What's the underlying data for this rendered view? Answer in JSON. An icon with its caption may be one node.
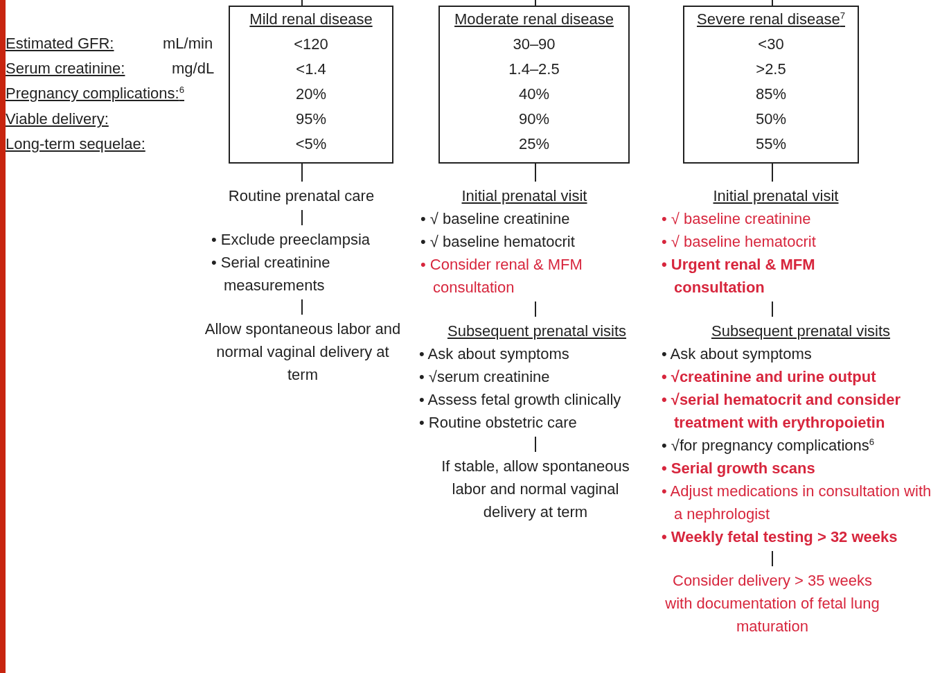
{
  "diagram": {
    "nodes": [
      {
        "text": [
          "Mild renal disease",
          "<120",
          "<1.4",
          "20%",
          "95%",
          "<5%"
        ]
      },
      {
        "text": [
          "Routine prenatal care"
        ]
      },
      {
        "text": [
          "• Exclude preeclampsia",
          "• Serial creatinine measurements"
        ]
      },
      {
        "text": [
          "Allow spontaneous labor and normal vaginal delivery at term"
        ]
      },
      {
        "text": [
          "Moderate renal disease",
          "30–90",
          "1.4–2.5",
          "40%",
          "90%",
          "25%"
        ]
      },
      {
        "text": [
          "Initial prenatal visit",
          "• √ baseline creatinine",
          "• √ baseline hematocrit",
          "• Consider renal & MFM consultation"
        ]
      },
      {
        "text": [
          "Subsequent prenatal visits",
          "• Ask about symptoms",
          "• √serum creatinine",
          "• Assess fetal growth clinically",
          "• Routine obstetric care"
        ]
      },
      {
        "text": [
          "If stable, allow spontaneous labor and normal vaginal delivery at term"
        ]
      },
      {
        "text": [
          "Severe renal disease$^{7}$",
          "<30",
          ">2.5",
          "85%",
          "50%",
          "55%"
        ]
      },
      {
        "text": [
          "Initial prenatal visit",
          "• √ baseline creatinine",
          "• √ baseline hematocrit",
          "• Urgent renal & MFM consultation"
        ]
      },
      {
        "text": [
          "Subsequent prenatal visits",
          "• Ask about symptoms",
          "• √creatinine and urine output",
          "• √serial hematocrit and consider treatment with erythropoietin",
          "• √for pregnancy complications$^{6}$",
          "• Serial growth scans",
          "• Adjust medications in consultation with a nephrologist",
          "• Weekly fetal testing > 32 weeks"
        ]
      },
      {
        "text": [
          "Consider delivery > 35 weeks with documentation of fetal lung maturation"
        ]
      }
    ],
    "edges": [
      {
        "from": null,
        "to": 0,
        "arrow": "none"
      },
      {
        "from": 0,
        "to": 1,
        "arrow": "none"
      },
      {
        "from": 1,
        "to": 2,
        "arrow": "none"
      },
      {
        "from": 2,
        "to": 3,
        "arrow": "none"
      },
      {
        "from": null,
        "to": 4,
        "arrow": "none"
      },
      {
        "from": 4,
        "to": 5,
        "arrow": "none"
      },
      {
        "from": 5,
        "to": 6,
        "arrow": "none"
      },
      {
        "from": 6,
        "to": 7,
        "arrow": "none"
      },
      {
        "from": null,
        "to": 8,
        "arrow": "none"
      },
      {
        "from": 8,
        "to": 9,
        "arrow": "none"
      },
      {
        "from": 9,
        "to": 10,
        "arrow": "none"
      },
      {
        "from": 10,
        "to": 11,
        "arrow": "none"
      }
    ],
    "labels": [
      "Estimated GFR:",
      "mL/min",
      "Serum creatinine:",
      "mg/dL",
      "Pregnancy complications:$^{6}$",
      "Viable delivery:",
      "Long-term sequelae:"
    ]
  }
}
